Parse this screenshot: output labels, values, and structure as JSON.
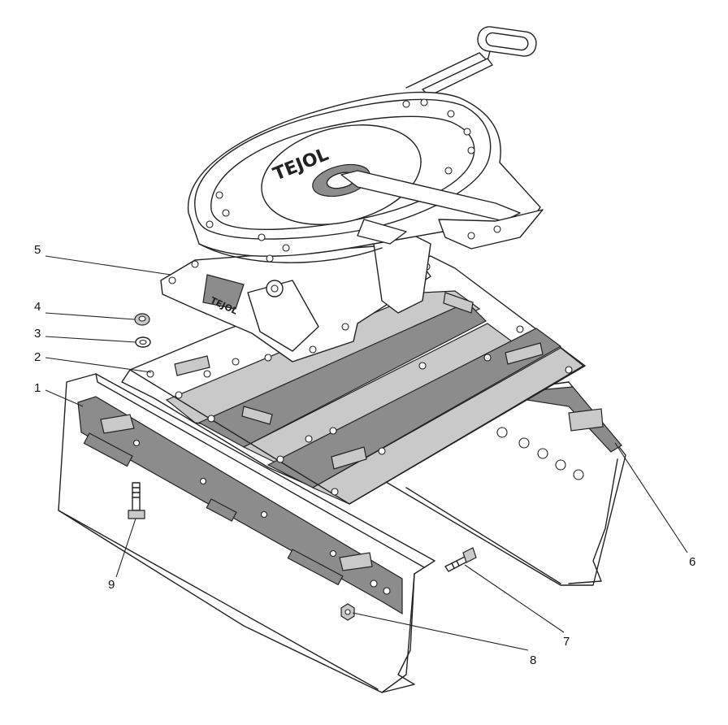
{
  "brand_mark": "TEJOL",
  "callouts": [
    {
      "number": "1",
      "part": "frame-rail-left"
    },
    {
      "number": "2",
      "part": "mounting-plate"
    },
    {
      "number": "3",
      "part": "washer"
    },
    {
      "number": "4",
      "part": "nut-small"
    },
    {
      "number": "5",
      "part": "fifth-wheel-coupling"
    },
    {
      "number": "6",
      "part": "frame-rail-right"
    },
    {
      "number": "7",
      "part": "bolt"
    },
    {
      "number": "8",
      "part": "nut"
    },
    {
      "number": "9",
      "part": "bolt-vertical"
    }
  ],
  "colors": {
    "ink": "#222222",
    "shade": "#8c8c8c",
    "paper": "#ffffff"
  }
}
